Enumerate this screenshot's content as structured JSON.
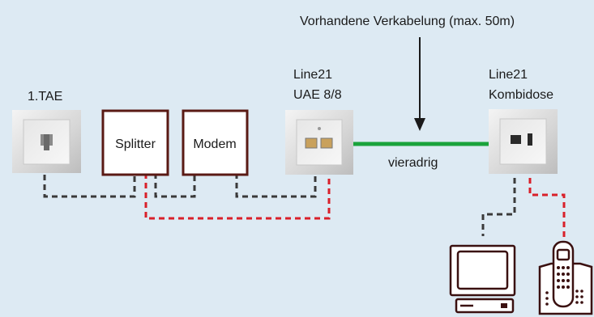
{
  "header": {
    "cable_note": "Vorhandene Verkabelung (max. 50m)"
  },
  "devices": {
    "tae": {
      "label": "1.TAE"
    },
    "splitter": {
      "label": "Splitter"
    },
    "modem": {
      "label": "Modem"
    },
    "uae": {
      "label_line1": "Line21",
      "label_line2": "UAE 8/8"
    },
    "kombidose": {
      "label_line1": "Line21",
      "label_line2": "Kombidose"
    }
  },
  "cable": {
    "label": "vieradrig"
  },
  "icons": [
    "computer-icon",
    "telephone-icon",
    "arrow-down-icon"
  ],
  "colors": {
    "background": "#ddeaf3",
    "data_line": "#3a3a3a",
    "phone_line": "#d9202a",
    "four_wire_cable": "#1aa33c",
    "device_border": "#5a1a14"
  }
}
